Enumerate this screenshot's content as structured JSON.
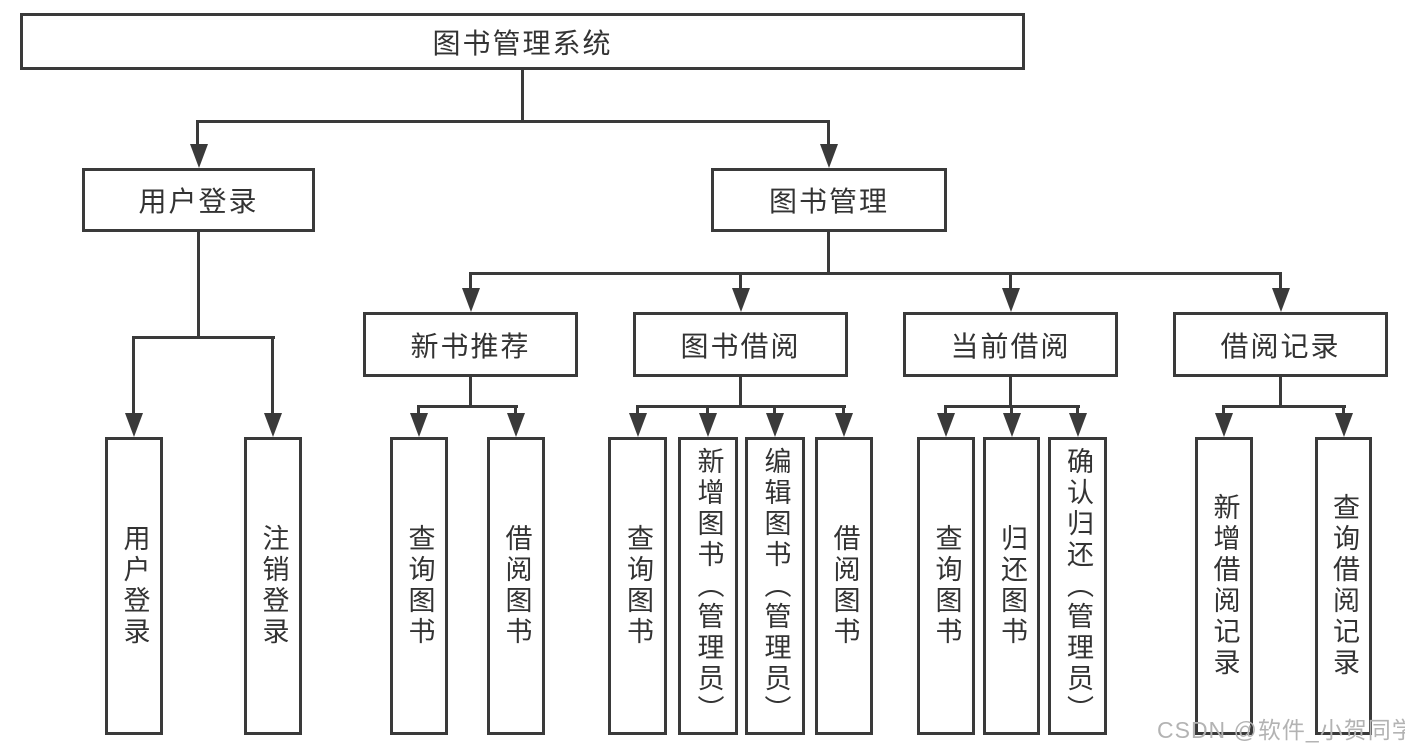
{
  "diagram": {
    "title": "图书管理系统",
    "level2": [
      "用户登录",
      "图书管理"
    ],
    "level3": [
      "新书推荐",
      "图书借阅",
      "当前借阅",
      "借阅记录"
    ],
    "leaves": {
      "user_login": [
        "用户登录",
        "注销登录"
      ],
      "new_book_recommend": [
        "查询图书",
        "借阅图书"
      ],
      "book_borrow": [
        "查询图书",
        "新增图书（管理员）",
        "编辑图书（管理员）",
        "借阅图书"
      ],
      "current_borrow": [
        "查询图书",
        "归还图书",
        "确认归还（管理员）"
      ],
      "borrow_record": [
        "新增借阅记录",
        "查询借阅记录"
      ]
    }
  },
  "watermark": "CSDN @软件_小贺同学",
  "colors": {
    "line": "#3a3a3a",
    "text": "#333333",
    "watermark": "#b3b3b3",
    "background": "#ffffff"
  }
}
